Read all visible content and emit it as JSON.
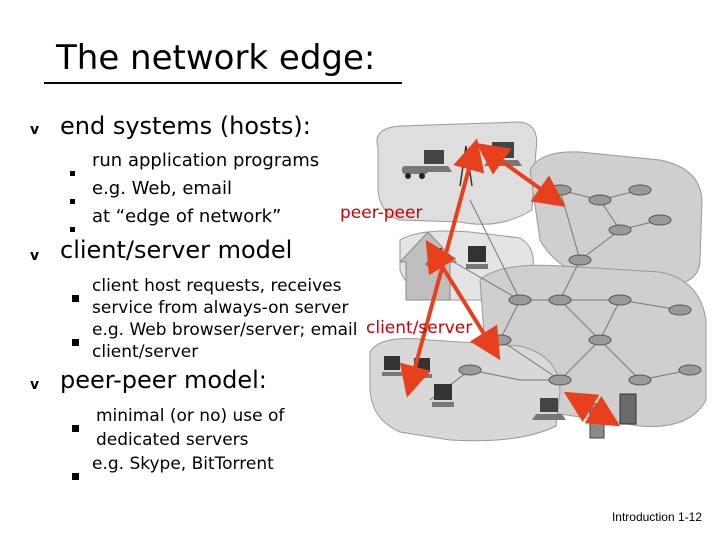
{
  "title": "The network edge:",
  "sections": [
    {
      "heading": "end systems (hosts):",
      "items": [
        "run application programs",
        "e.g. Web, email",
        "at “edge of network”"
      ]
    },
    {
      "heading": "client/server model",
      "items": [
        "client host requests, receives",
        "service from always-on server",
        "e.g. Web browser/server; email",
        "client/server"
      ]
    },
    {
      "heading": "peer-peer model:",
      "items": [
        "minimal (or no) use of",
        "dedicated servers",
        "e.g. Skype,  BitTorrent"
      ]
    }
  ],
  "labels": {
    "peer_peer": "peer-peer",
    "client_server": "client/server"
  },
  "footer": "Introduction 1-12",
  "colors": {
    "arrow": "#e8401c",
    "label": "#cc0000",
    "region": "#c8c8c8",
    "home": "#dcdcdc"
  }
}
